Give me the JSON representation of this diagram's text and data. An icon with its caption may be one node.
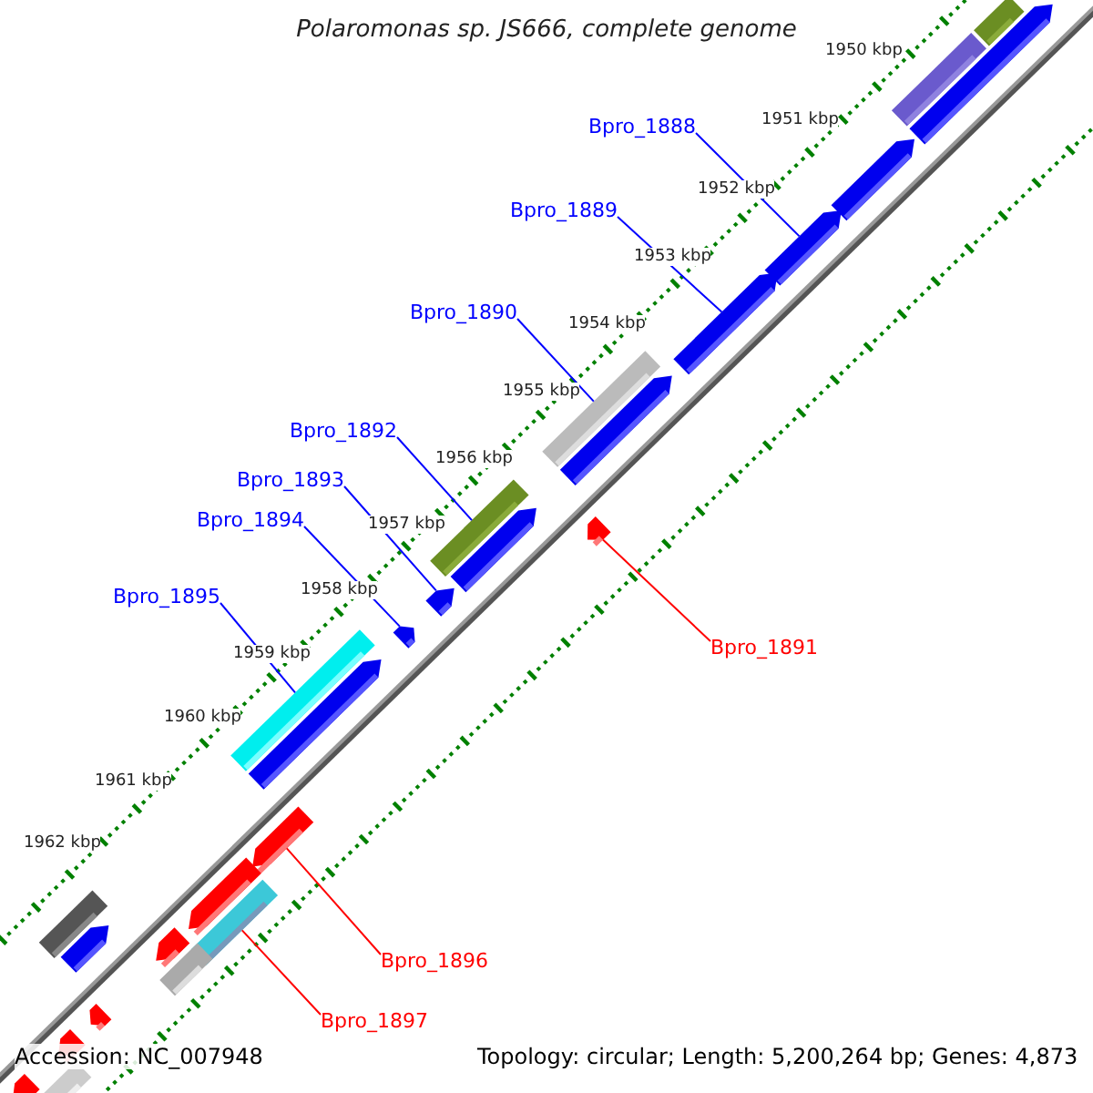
{
  "diagram": {
    "title": "Polaromonas sp. JS666, complete genome",
    "nodes": [
      {
        "text": [
          "Bpro_1888"
        ]
      },
      {
        "text": [
          "Bpro_1889"
        ]
      },
      {
        "text": [
          "Bpro_1890"
        ]
      },
      {
        "text": [
          "Bpro_1892"
        ]
      },
      {
        "text": [
          "Bpro_1893"
        ]
      },
      {
        "text": [
          "Bpro_1894"
        ]
      },
      {
        "text": [
          "Bpro_1895"
        ]
      },
      {
        "text": [
          "Bpro_1891"
        ]
      },
      {
        "text": [
          "Bpro_1896"
        ]
      },
      {
        "text": [
          "Bpro_1897"
        ]
      },
      {
        "text": [],
        "shape": "bar"
      },
      {
        "text": [],
        "shape": "bar"
      },
      {
        "text": [],
        "shape": "bar"
      },
      {
        "text": [],
        "shape": "bar"
      },
      {
        "text": [],
        "shape": "bar"
      },
      {
        "text": [],
        "shape": "bar"
      },
      {
        "text": [],
        "shape": "bar"
      },
      {
        "text": [],
        "shape": "bar"
      },
      {
        "text": [],
        "shape": "bar"
      },
      {
        "text": [],
        "shape": "bar"
      },
      {
        "text": [],
        "shape": "bar"
      },
      {
        "text": [],
        "shape": "bar"
      },
      {
        "text": [],
        "shape": "bar"
      },
      {
        "text": [],
        "shape": "bar"
      },
      {
        "text": [],
        "shape": "bar"
      },
      {
        "text": [],
        "shape": "bar"
      },
      {
        "text": [],
        "shape": "bar"
      },
      {
        "text": [],
        "shape": "bar"
      },
      {
        "text": [],
        "shape": "bar"
      },
      {
        "text": [],
        "shape": "bar"
      },
      {
        "text": [],
        "shape": "bar"
      },
      {
        "text": [],
        "shape": "bar"
      },
      {
        "text": [],
        "shape": "bar"
      },
      {
        "text": [],
        "shape": "bar"
      },
      {
        "text": [],
        "shape": "bar"
      },
      {
        "text": [],
        "shape": "bar"
      }
    ],
    "edges": [
      {
        "from": 0,
        "to": 14,
        "arrow": "none"
      },
      {
        "from": 1,
        "to": 15,
        "arrow": "none"
      },
      {
        "from": 2,
        "to": 16,
        "arrow": "none"
      },
      {
        "from": 3,
        "to": 18,
        "arrow": "none"
      },
      {
        "from": 4,
        "to": 21,
        "arrow": "none"
      },
      {
        "from": 5,
        "to": 22,
        "arrow": "none"
      },
      {
        "from": 6,
        "to": 23,
        "arrow": "none"
      },
      {
        "from": 7,
        "to": 19,
        "arrow": "none",
        "color": "#ff0000"
      },
      {
        "from": 8,
        "to": 25,
        "arrow": "none",
        "color": "#ff0000"
      },
      {
        "from": 9,
        "to": 27,
        "arrow": "none",
        "color": "#ff0000"
      }
    ],
    "labels": [
      "1950 kbp",
      "1951 kbp",
      "1952 kbp",
      "1953 kbp",
      "1954 kbp",
      "1955 kbp",
      "1956 kbp",
      "1957 kbp",
      "1958 kbp",
      "1959 kbp",
      "1960 kbp",
      "1961 kbp",
      "1962 kbp",
      "Accession: NC_007948",
      "Topology: circular; Length: 5,200,264 bp; Genes: 4,873"
    ]
  }
}
